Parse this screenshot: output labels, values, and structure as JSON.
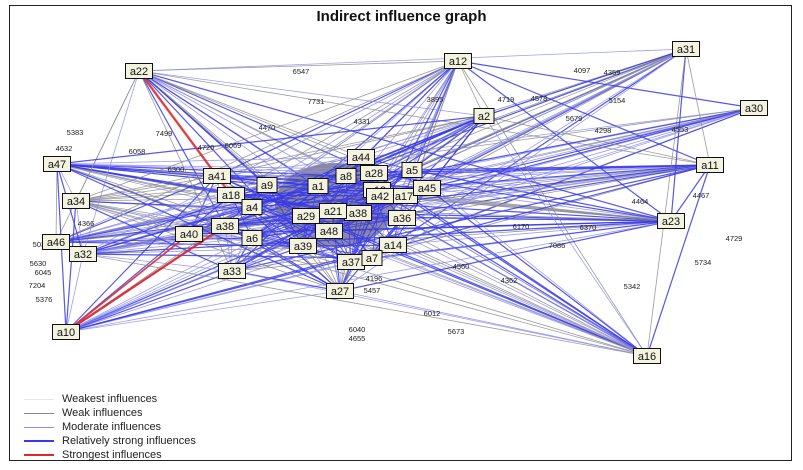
{
  "title": "Indirect influence graph",
  "legend": [
    {
      "label": "Weakest influences",
      "color": "#e6e6e6"
    },
    {
      "label": "Weak influences",
      "color": "#8a8a8a"
    },
    {
      "label": "Moderate influences",
      "color": "#8c8cf0"
    },
    {
      "label": "Relatively strong influences",
      "color": "#3a3ae6"
    },
    {
      "label": "Strongest influences",
      "color": "#e02a2a"
    }
  ],
  "nodes": [
    "a22",
    "a12",
    "a31",
    "a30",
    "a2",
    "a47",
    "a11",
    "a34",
    "a41",
    "a18",
    "a9",
    "a1",
    "a8",
    "a44",
    "a28",
    "a5",
    "a17",
    "a45",
    "a13",
    "a42",
    "a36",
    "a38",
    "a29",
    "a21",
    "a4",
    "a38",
    "a40",
    "a6",
    "a48",
    "a39",
    "a37",
    "a14",
    "a7",
    "a23",
    "a46",
    "a33",
    "a32",
    "a27",
    "a10",
    "a16"
  ],
  "edge_labels": [
    "6547",
    "7731",
    "4097",
    "4359",
    "5154",
    "4553",
    "5383",
    "4632",
    "6058",
    "4470",
    "7499",
    "4720",
    "6069",
    "6300",
    "4331",
    "4719",
    "4578",
    "5679",
    "4298",
    "3895",
    "4464",
    "4729",
    "5734",
    "4467",
    "5342",
    "6012",
    "5673",
    "6040",
    "4655",
    "4196",
    "5457",
    "4560",
    "5376",
    "7204",
    "4366",
    "6170",
    "6370",
    "7086",
    "4362",
    "5039",
    "5630",
    "6045"
  ]
}
